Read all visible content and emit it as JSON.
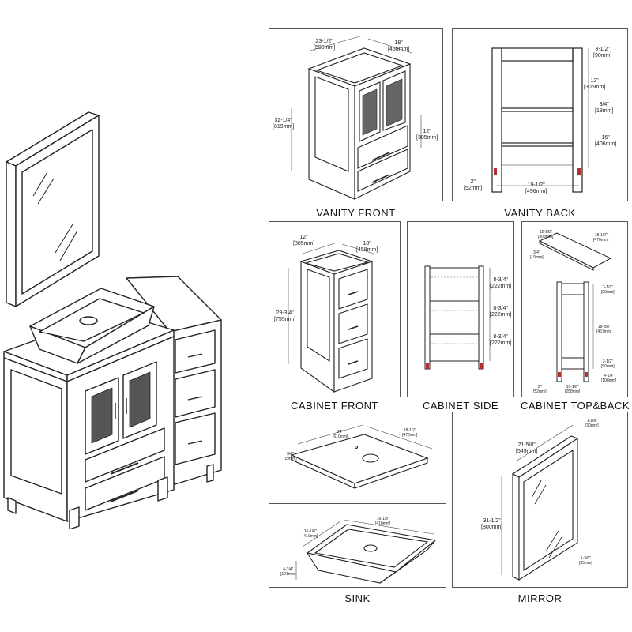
{
  "captions": {
    "vanity_front": "VANITY FRONT",
    "vanity_back": "VANITY BACK",
    "cabinet_front": "CABINET FRONT",
    "cabinet_side": "CABINET SIDE",
    "cabinet_top_back": "CABINET TOP&BACK",
    "sink": "SINK",
    "mirror": "MIRROR"
  },
  "dimensions": {
    "vanity_front": {
      "width": [
        "23-1/2\"",
        "[596mm]"
      ],
      "depth": [
        "18\"",
        "[458mm]"
      ],
      "height": [
        "32-1/4\"",
        "[819mm]"
      ],
      "drawer": [
        "12\"",
        "[305mm]"
      ]
    },
    "vanity_back": {
      "top": [
        "3-1/2\"",
        "[90mm]"
      ],
      "upper": [
        "12\"",
        "[305mm]"
      ],
      "shelf": [
        "3/4\"",
        "[18mm]"
      ],
      "lower": [
        "16\"",
        "[406mm]"
      ],
      "leg": [
        "2\"",
        "[52mm]"
      ],
      "width": [
        "19-1/2\"",
        "[496mm]"
      ]
    },
    "cabinet_front": {
      "width": [
        "12\"",
        "[305mm]"
      ],
      "depth": [
        "18\"",
        "[458mm]"
      ],
      "height": [
        "29-3/4\"",
        "[755mm]"
      ]
    },
    "cabinet_side": {
      "drawer1": [
        "8-3/4\"",
        "[222mm]"
      ],
      "drawer2": [
        "8-3/4\"",
        "[222mm]"
      ],
      "drawer3": [
        "8-3/4\"",
        "[222mm]"
      ]
    },
    "cabinet_top_back": {
      "top_width": [
        "12-1/8\"",
        "[308mm]"
      ],
      "top_depth": [
        "18-1/2\"",
        "[470mm]"
      ],
      "top_thick": [
        "3/4\"",
        "[19mm]"
      ],
      "back_top": [
        "3-1/2\"",
        "[90mm]"
      ],
      "back_mid": [
        "18-3/8\"",
        "[467mm]"
      ],
      "back_bottom": [
        "3-1/2\"",
        "[90mm]"
      ],
      "back_leg": [
        "4-1/4\"",
        "[108mm]"
      ],
      "back_foot": [
        "2\"",
        "[52mm]"
      ],
      "back_width": [
        "10-1/8\"",
        "[258mm]"
      ]
    },
    "countertop": {
      "width": [
        "24\"",
        "[610mm]"
      ],
      "depth": [
        "18-1/2\"",
        "[470mm]"
      ],
      "thick": [
        "3/4\"",
        "[19mm]"
      ]
    },
    "sink": {
      "width": [
        "16-1/8\"",
        "[410mm]"
      ],
      "depth": [
        "16-1/8\"",
        "[410mm]"
      ],
      "height": [
        "4-3/4\"",
        "[121mm]"
      ]
    },
    "mirror": {
      "thick": [
        "1-1/8\"",
        "[30mm]"
      ],
      "width": [
        "21-5/8\"",
        "[549mm]"
      ],
      "height": [
        "31-1/2\"",
        "[800mm]"
      ],
      "bottom": [
        "1-3/8\"",
        "[35mm]"
      ]
    }
  },
  "colors": {
    "line": "#222222",
    "panel_border": "#555555",
    "leveler": "#b03030"
  }
}
